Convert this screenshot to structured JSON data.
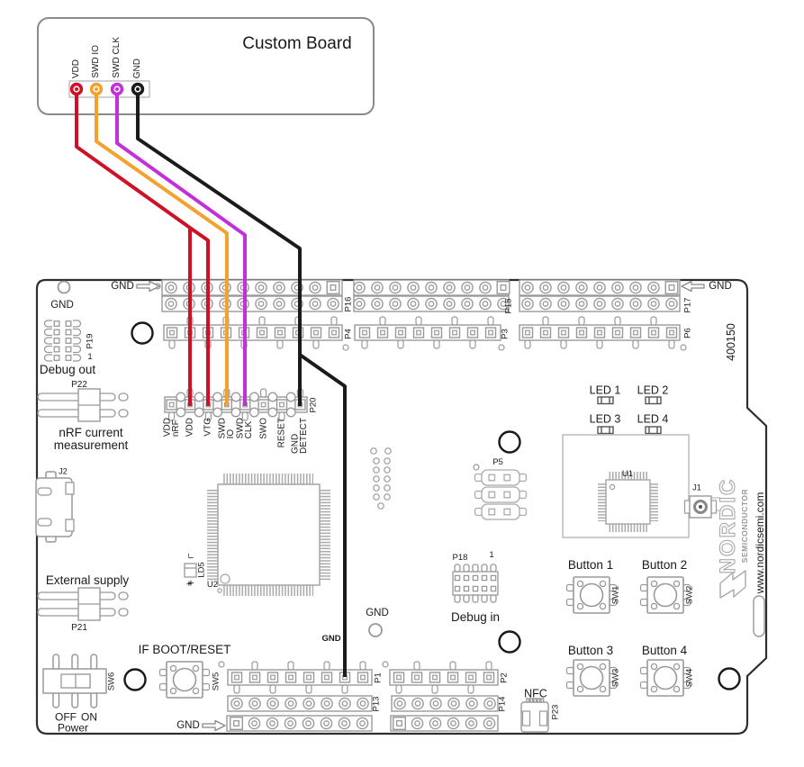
{
  "custom_board": {
    "title": "Custom Board",
    "pins": [
      {
        "name": "VDD",
        "color": "#ce1126"
      },
      {
        "name": "SWD IO",
        "color": "#f2a22d"
      },
      {
        "name": "SWD CLK",
        "color": "#c32fd8"
      },
      {
        "name": "GND",
        "color": "#1b1b1b"
      }
    ]
  },
  "wires": [
    {
      "signal": "VDD",
      "color": "#ce1126"
    },
    {
      "signal": "VDD branch to VTG",
      "color": "#ce1126"
    },
    {
      "signal": "SWD IO",
      "color": "#f2a22d"
    },
    {
      "signal": "SWD CLK",
      "color": "#c32fd8"
    },
    {
      "signal": "GND",
      "color": "#1b1b1b"
    },
    {
      "signal": "GND branch to P1",
      "color": "#1b1b1b"
    }
  ],
  "board": {
    "part_number": "400150",
    "gnd": "GND",
    "wire_gnd": "GND",
    "brand": {
      "name": "NORDIC",
      "division": "SEMICONDUCTOR",
      "url": "www.nordicsemi.com"
    },
    "headers": {
      "p16": "P16",
      "p15": "P15",
      "p17": "P17",
      "p4": "P4",
      "p3": "P3",
      "p6": "P6",
      "p1": "P1",
      "p2": "P2",
      "p13": "P13",
      "p14": "P14",
      "p5": "P5"
    },
    "debug_out": {
      "title": "Debug out",
      "ref": "P19",
      "pin1": "1"
    },
    "debug_in": {
      "title": "Debug in",
      "ref": "P18",
      "pin1": "1"
    },
    "p20": {
      "ref": "P20",
      "pins": [
        "VDD\nnRF",
        "VDD",
        "VTG",
        "SWD\nIO",
        "SWD\nCLK",
        "SWO",
        "RESET",
        "GND\nDETECT"
      ]
    },
    "current_measurement": {
      "ref": "P22",
      "line1": "nRF current",
      "line2": "measurement"
    },
    "external_supply": {
      "ref": "P21",
      "title": "External supply",
      "minus": "−",
      "plus": "+"
    },
    "power_switch": {
      "ref": "SW6",
      "off": "OFF",
      "on": "ON",
      "title": "Power"
    },
    "boot_reset": {
      "title": "IF BOOT/RESET",
      "ref": "SW5"
    },
    "buttons": [
      {
        "label": "Button 1",
        "ref": "SW1"
      },
      {
        "label": "Button 2",
        "ref": "SW2"
      },
      {
        "label": "Button 3",
        "ref": "SW3"
      },
      {
        "label": "Button 4",
        "ref": "SW4"
      }
    ],
    "leds": [
      "LED 1",
      "LED 2",
      "LED 3",
      "LED 4"
    ],
    "mcu": {
      "ref": "U2",
      "led": "LD5",
      "minus": "−",
      "plus": "+"
    },
    "radio": {
      "ref": "U1"
    },
    "antenna_connector": {
      "ref": "J1"
    },
    "usb": {
      "ref": "J2"
    },
    "nfc": {
      "title": "NFC",
      "ref": "P23"
    }
  }
}
